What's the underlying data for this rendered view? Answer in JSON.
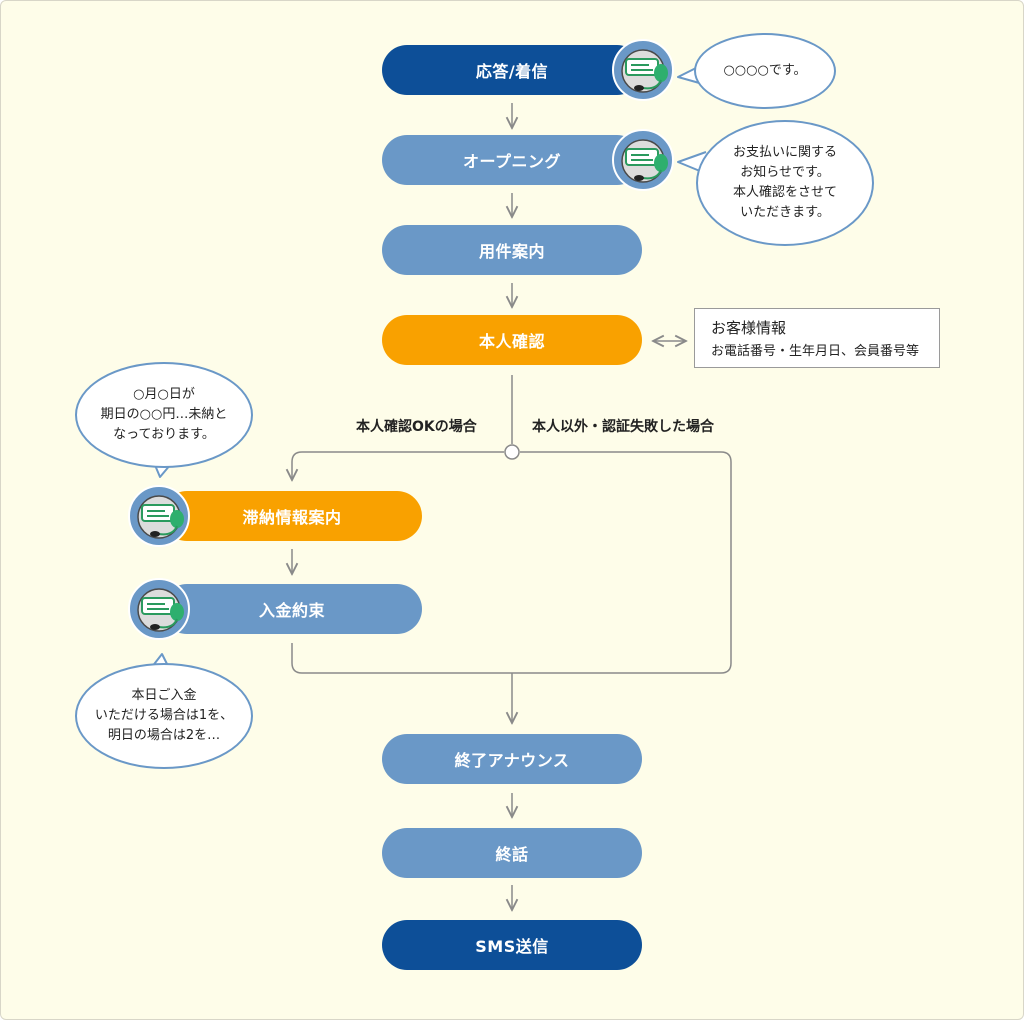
{
  "steps": {
    "answer": "応答/着信",
    "opening": "オープニング",
    "purpose": "用件案内",
    "identity": "本人確認",
    "overdue": "滞納情報案内",
    "payment": "入金約束",
    "closing": "終了アナウンス",
    "end": "終話",
    "sms": "SMS送信"
  },
  "bubbles": {
    "answer": "○○○○です。",
    "opening": [
      "お支払いに関する",
      "お知らせです。",
      "本人確認をさせて",
      "いただきます。"
    ],
    "overdue": [
      "○月○日が",
      "期日の○○円…未納と",
      "なっております。"
    ],
    "payment": [
      "本日ご入金",
      "いただける場合は1を、",
      "明日の場合は2を…"
    ]
  },
  "infobox": {
    "title": "お客様情報",
    "detail": "お電話番号・生年月日、会員番号等"
  },
  "branches": {
    "ok": "本人確認OKの場合",
    "fail": "本人以外・認証失敗した場合"
  },
  "colors": {
    "dark_blue": "#0d4f98",
    "light_blue": "#6a98c7",
    "orange": "#f9a100",
    "background": "#fefde9"
  },
  "icons": [
    "operator-robot-icon",
    "double-arrow-icon"
  ]
}
